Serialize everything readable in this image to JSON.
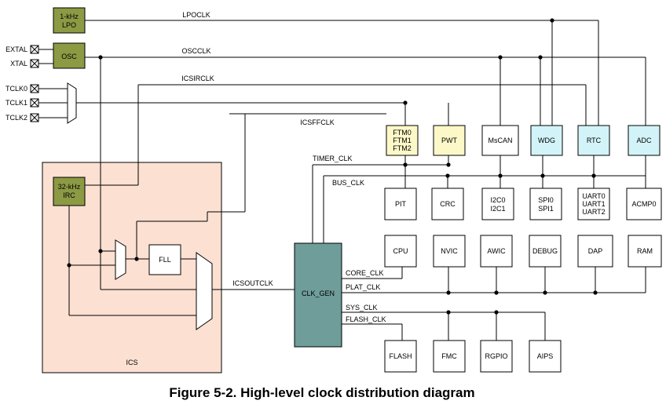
{
  "caption": "Figure 5-2. High-level clock distribution diagram",
  "sources": {
    "lpo": [
      "1-kHz",
      "LPO"
    ],
    "osc": "OSC",
    "irc": [
      "32-kHz",
      "IRC"
    ]
  },
  "pins": {
    "extal": "EXTAL",
    "xtal": "XTAL",
    "tclk0": "TCLK0",
    "tclk1": "TCLK1",
    "tclk2": "TCLK2"
  },
  "signals": {
    "lpoclk": "LPOCLK",
    "oscclk": "OSCCLK",
    "icsirclk": "ICSIRCLK",
    "icsffclk": "ICSFFCLK",
    "timer_clk": "TIMER_CLK",
    "bus_clk": "BUS_CLK",
    "icsoutclk": "ICSOUTCLK",
    "core_clk": "CORE_CLK",
    "plat_clk": "PLAT_CLK",
    "sys_clk": "SYS_CLK",
    "flash_clk": "FLASH_CLK"
  },
  "ics": {
    "label": "ICS",
    "fll": "FLL"
  },
  "clk_gen": "CLK_GEN",
  "blocks": {
    "ftm": [
      "FTM0",
      "FTM1",
      "FTM2"
    ],
    "pwt": "PWT",
    "mscan": "MsCAN",
    "wdg": "WDG",
    "rtc": "RTC",
    "adc": "ADC",
    "pit": "PIT",
    "crc": "CRC",
    "i2c": [
      "I2C0",
      "I2C1"
    ],
    "spi": [
      "SPI0",
      "SPI1"
    ],
    "uart": [
      "UART0",
      "UART1",
      "UART2"
    ],
    "acmp": "ACMP0",
    "cpu": "CPU",
    "nvic": "NVIC",
    "awic": "AWIC",
    "debug": "DEBUG",
    "dap": "DAP",
    "ram": "RAM",
    "flash": "FLASH",
    "fmc": "FMC",
    "rgpio": "RGPIO",
    "aips": "AIPS"
  },
  "colors": {
    "source_block": "#8c9a44",
    "ics_fill": "#fce0d2",
    "clkgen_fill": "#6e9d9a",
    "timer_fill": "#fcf8c8",
    "async_fill": "#d2f4f8",
    "plain_fill": "#ffffff",
    "wire": "#000000"
  }
}
